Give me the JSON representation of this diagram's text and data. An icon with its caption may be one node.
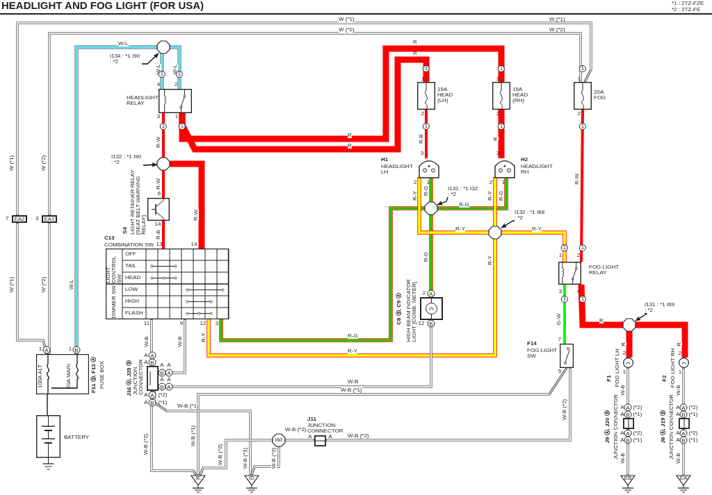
{
  "diagram": {
    "title": "HEADLIGHT AND FOG LIGHT (FOR USA)",
    "nodes": [
      {
        "text": [],
        "shape": "octagon"
      },
      {
        "text": [
          "I134 : *1 I90 : *2"
        ]
      },
      {
        "text": [
          "HEADLIGHT RELAY"
        ]
      },
      {
        "text": [
          "15A HEAD (LH)"
        ]
      },
      {
        "text": [
          "15A HEAD (RH)"
        ]
      },
      {
        "text": [
          "20A FOG"
        ]
      },
      {
        "text": [],
        "shape": "octagon"
      },
      {
        "text": [
          "I132 : *1 I90 : *2"
        ]
      },
      {
        "text": [
          "S4",
          "LIGHT RETAINER RELAY [SEAT BELT WARNING RELAY]"
        ]
      },
      {
        "text": [
          "H1",
          "HEADLIGHT LH"
        ]
      },
      {
        "text": [
          "H2",
          "HEADLIGHT RH"
        ]
      },
      {
        "text": [],
        "shape": "octagon"
      },
      {
        "text": [
          "I131 : *1 I32 : *2"
        ]
      },
      {
        "text": [],
        "shape": "octagon"
      },
      {
        "text": [
          "I132 : *1 I68 : *2"
        ]
      },
      {
        "text": [
          "EA2"
        ],
        "beside": [
          "7"
        ]
      },
      {
        "text": [
          "EA1"
        ],
        "beside": [
          "3"
        ]
      },
      {
        "text": [
          "C13",
          "COMBINATION SW"
        ]
      },
      {
        "text": [
          "FOG LIGHT RELAY"
        ]
      },
      {
        "text": [
          "C8 Ⓑ, C9 Ⓐ",
          "HIGH BEAM INDICATOR LIGHT [COMB. METER]"
        ]
      },
      {
        "text": [
          "F11 Ⓑ, F13 Ⓐ",
          "FUSE BOX"
        ]
      },
      {
        "text": [
          "100A ALT"
        ],
        "in": 20
      },
      {
        "text": [
          "50A MAIN"
        ],
        "in": 20
      },
      {
        "text": [
          "BATTERY"
        ]
      },
      {
        "text": [
          "J16 Ⓐ, J25 Ⓑ",
          "JUNCTION CONNECTOR"
        ]
      },
      {
        "text": [
          "F14",
          "FOG LIGHT SW"
        ]
      },
      {
        "text": [],
        "shape": "octagon"
      },
      {
        "text": [
          "I131 : *1 I69 : *2"
        ]
      },
      {
        "text": [
          "F1",
          "FOG LIGHT LH"
        ]
      },
      {
        "text": [
          "F2",
          "FOG LIGHT RH"
        ]
      },
      {
        "text": [
          "J9 Ⓐ, J20 Ⓑ",
          "JUNCTION CONNECTOR"
        ]
      },
      {
        "text": [
          "J8 Ⓐ, J19 Ⓑ",
          "JUNCTION CONNECTOR"
        ]
      },
      {
        "text": [
          "I60"
        ]
      },
      {
        "text": [
          "J11",
          "JUNCTION CONNECTOR"
        ]
      },
      {
        "text": [
          "IE"
        ]
      },
      {
        "text": [
          "ID"
        ]
      },
      {
        "text": [
          "EB"
        ]
      },
      {
        "text": [
          "EA"
        ]
      }
    ],
    "edges": [
      {
        "from": 0,
        "to": 2,
        "arrow": "none",
        "label": "W-L",
        "color": "#66ddee"
      },
      {
        "from": 0,
        "to": 2,
        "arrow": "none",
        "label": "W-L",
        "color": "#66ddee"
      },
      {
        "from": 20,
        "to": 0,
        "arrow": "none",
        "label": "W-L",
        "color": "#66ddee"
      },
      {
        "from": 2,
        "to": 6,
        "arrow": "none",
        "label": "R-W",
        "color": "#ff0000"
      },
      {
        "from": 2,
        "to": 4,
        "arrow": "none",
        "label": "R",
        "color": "#ff0000",
        "style": "thick"
      },
      {
        "from": 2,
        "to": 3,
        "arrow": "none",
        "label": "R",
        "color": "#ff0000",
        "style": "thick"
      },
      {
        "from": 6,
        "to": 8,
        "arrow": "none",
        "label": "R-W",
        "color": "#ff0000"
      },
      {
        "from": 8,
        "to": 17,
        "arrow": "none",
        "label": "R-B",
        "color": "#ff0000"
      },
      {
        "from": 6,
        "to": 17,
        "arrow": "none",
        "label": "R-W",
        "color": "#ff0000",
        "style": "thick"
      },
      {
        "from": 3,
        "to": 9,
        "arrow": "none",
        "label": "R-B",
        "color": "#ff0000"
      },
      {
        "from": 4,
        "to": 10,
        "arrow": "none",
        "label": "R",
        "color": "#ff0000",
        "style": "thick"
      },
      {
        "from": 5,
        "to": 18,
        "arrow": "none",
        "label": "R-W",
        "color": "#ff0000"
      },
      {
        "from": 9,
        "to": 11,
        "arrow": "none",
        "label": "R-G",
        "color": "#00cc00"
      },
      {
        "from": 10,
        "to": 11,
        "arrow": "none",
        "label": "R-G",
        "color": "#00cc00"
      },
      {
        "from": 11,
        "to": 19,
        "arrow": "none",
        "label": "R-G",
        "color": "#00cc00"
      },
      {
        "from": 11,
        "to": 17,
        "arrow": "none",
        "label": "R-G",
        "color": "#00cc00"
      },
      {
        "from": 9,
        "to": 13,
        "arrow": "none",
        "label": "R-Y",
        "color": "#ffff00"
      },
      {
        "from": 10,
        "to": 13,
        "arrow": "none",
        "label": "R-Y",
        "color": "#ffff00"
      },
      {
        "from": 13,
        "to": 18,
        "arrow": "none",
        "label": "R-Y",
        "color": "#ffff00"
      },
      {
        "from": 13,
        "to": 17,
        "arrow": "none",
        "label": "R-Y",
        "color": "#ffff00"
      },
      {
        "from": 18,
        "to": 25,
        "arrow": "none",
        "label": "G-W",
        "color": "#00ff00"
      },
      {
        "from": 18,
        "to": 26,
        "arrow": "none",
        "label": "R",
        "color": "#ff0000",
        "style": "thick"
      },
      {
        "from": 26,
        "to": 28,
        "arrow": "none",
        "label": "R",
        "color": "#ff0000",
        "style": "thick"
      },
      {
        "from": 26,
        "to": 29,
        "arrow": "none",
        "label": "R",
        "color": "#ff0000",
        "style": "thick"
      },
      {
        "from": 28,
        "to": 30,
        "arrow": "none",
        "label": "W-B"
      },
      {
        "from": 30,
        "to": 36,
        "arrow": "none",
        "label": "W-B"
      },
      {
        "from": 29,
        "to": 31,
        "arrow": "none",
        "label": "W-B"
      },
      {
        "from": 31,
        "to": 37,
        "arrow": "none",
        "label": "W-B"
      },
      {
        "from": 15,
        "to": 5,
        "arrow": "none",
        "label": "W (*1)"
      },
      {
        "from": 16,
        "to": 5,
        "arrow": "none",
        "label": "W (*2)"
      },
      {
        "from": 20,
        "to": 15,
        "arrow": "none",
        "label": "W (*1)"
      },
      {
        "from": 20,
        "to": 16,
        "arrow": "none",
        "label": "W (*2)"
      },
      {
        "from": 17,
        "to": 24,
        "arrow": "none",
        "label": "W-B"
      },
      {
        "from": 17,
        "to": 24,
        "arrow": "none",
        "label": "W-B"
      },
      {
        "from": 19,
        "to": 24,
        "arrow": "none",
        "label": "W-B"
      },
      {
        "from": 25,
        "to": 34,
        "arrow": "none",
        "label": "W-B (*1)"
      },
      {
        "from": 24,
        "to": 34,
        "arrow": "none",
        "label": "W-B (*2)"
      },
      {
        "from": 24,
        "to": 35,
        "arrow": "none",
        "label": "W-B (*1)"
      },
      {
        "from": 32,
        "to": 35,
        "arrow": "none",
        "label": "W-B (*2)"
      },
      {
        "from": 32,
        "to": 33,
        "arrow": "none",
        "label": "W-B (*2)"
      },
      {
        "from": 33,
        "to": 25,
        "arrow": "none",
        "label": "W-B (*2)"
      },
      {
        "from": 32,
        "to": 34,
        "arrow": "none",
        "label": "W-B (*2)"
      },
      {
        "from": 20,
        "to": 23,
        "arrow": "none",
        "color": "#000000"
      },
      {
        "from": 1,
        "to": 0,
        "arrow": "to",
        "color": "#000000"
      },
      {
        "from": 7,
        "to": 6,
        "arrow": "to",
        "color": "#000000"
      },
      {
        "from": 12,
        "to": 11,
        "arrow": "to",
        "color": "#000000"
      },
      {
        "from": 14,
        "to": 13,
        "arrow": "to",
        "color": "#000000"
      },
      {
        "from": 27,
        "to": 26,
        "arrow": "to",
        "color": "#000000"
      },
      {
        "from": 22,
        "to": 21,
        "arrow": "none",
        "color": "#000000"
      }
    ],
    "labels": [
      "*1 : 2TZ-FZE",
      "*2 : 2TZ-FE",
      "W (*1)",
      "W (*2)",
      "W (*1)",
      "W (*2)",
      "W-L",
      "R",
      "R",
      "R-Y",
      "R-G",
      "R-Y",
      "R-Y",
      "W-B (*2)",
      "W-B (*1)",
      "W-B (*1)",
      "LIGHT CONTROL SW",
      "OFF",
      "TAIL",
      "HEAD",
      "DIMMER SW",
      "LOW",
      "HIGH",
      "FLASH",
      "1",
      "1",
      "1",
      "1",
      "1",
      "1",
      "1",
      "1",
      "1",
      "1",
      "1",
      "1",
      "1",
      "1",
      "4",
      "2",
      "3",
      "1",
      "1",
      "2",
      "1",
      "2",
      "1",
      "2",
      "6",
      "14",
      "3",
      "2",
      "1",
      "3",
      "2",
      "1",
      "13",
      "14",
      "11",
      "9",
      "12",
      "3",
      "1",
      "2",
      "3",
      "4",
      "2",
      "A",
      "12",
      "B",
      "7",
      "5",
      "2",
      "1",
      "2",
      "1",
      "1",
      "A",
      "1",
      "B",
      "A",
      "A",
      "A",
      "B",
      "A",
      "A",
      "B",
      "A",
      "A",
      "A",
      "B",
      "A",
      "A",
      "A",
      "(*2)",
      "A",
      "B",
      "(*1)",
      "A",
      "A",
      "(*2)",
      "A",
      "B",
      "(*1)",
      "A",
      "A",
      "(*2)",
      "A",
      "B",
      "(*1)",
      "A",
      "A",
      "(*2)",
      "A",
      "B",
      "(*1)",
      "A",
      "A",
      "(*2)",
      "A",
      "B",
      "(*1)",
      "A",
      "A"
    ]
  }
}
